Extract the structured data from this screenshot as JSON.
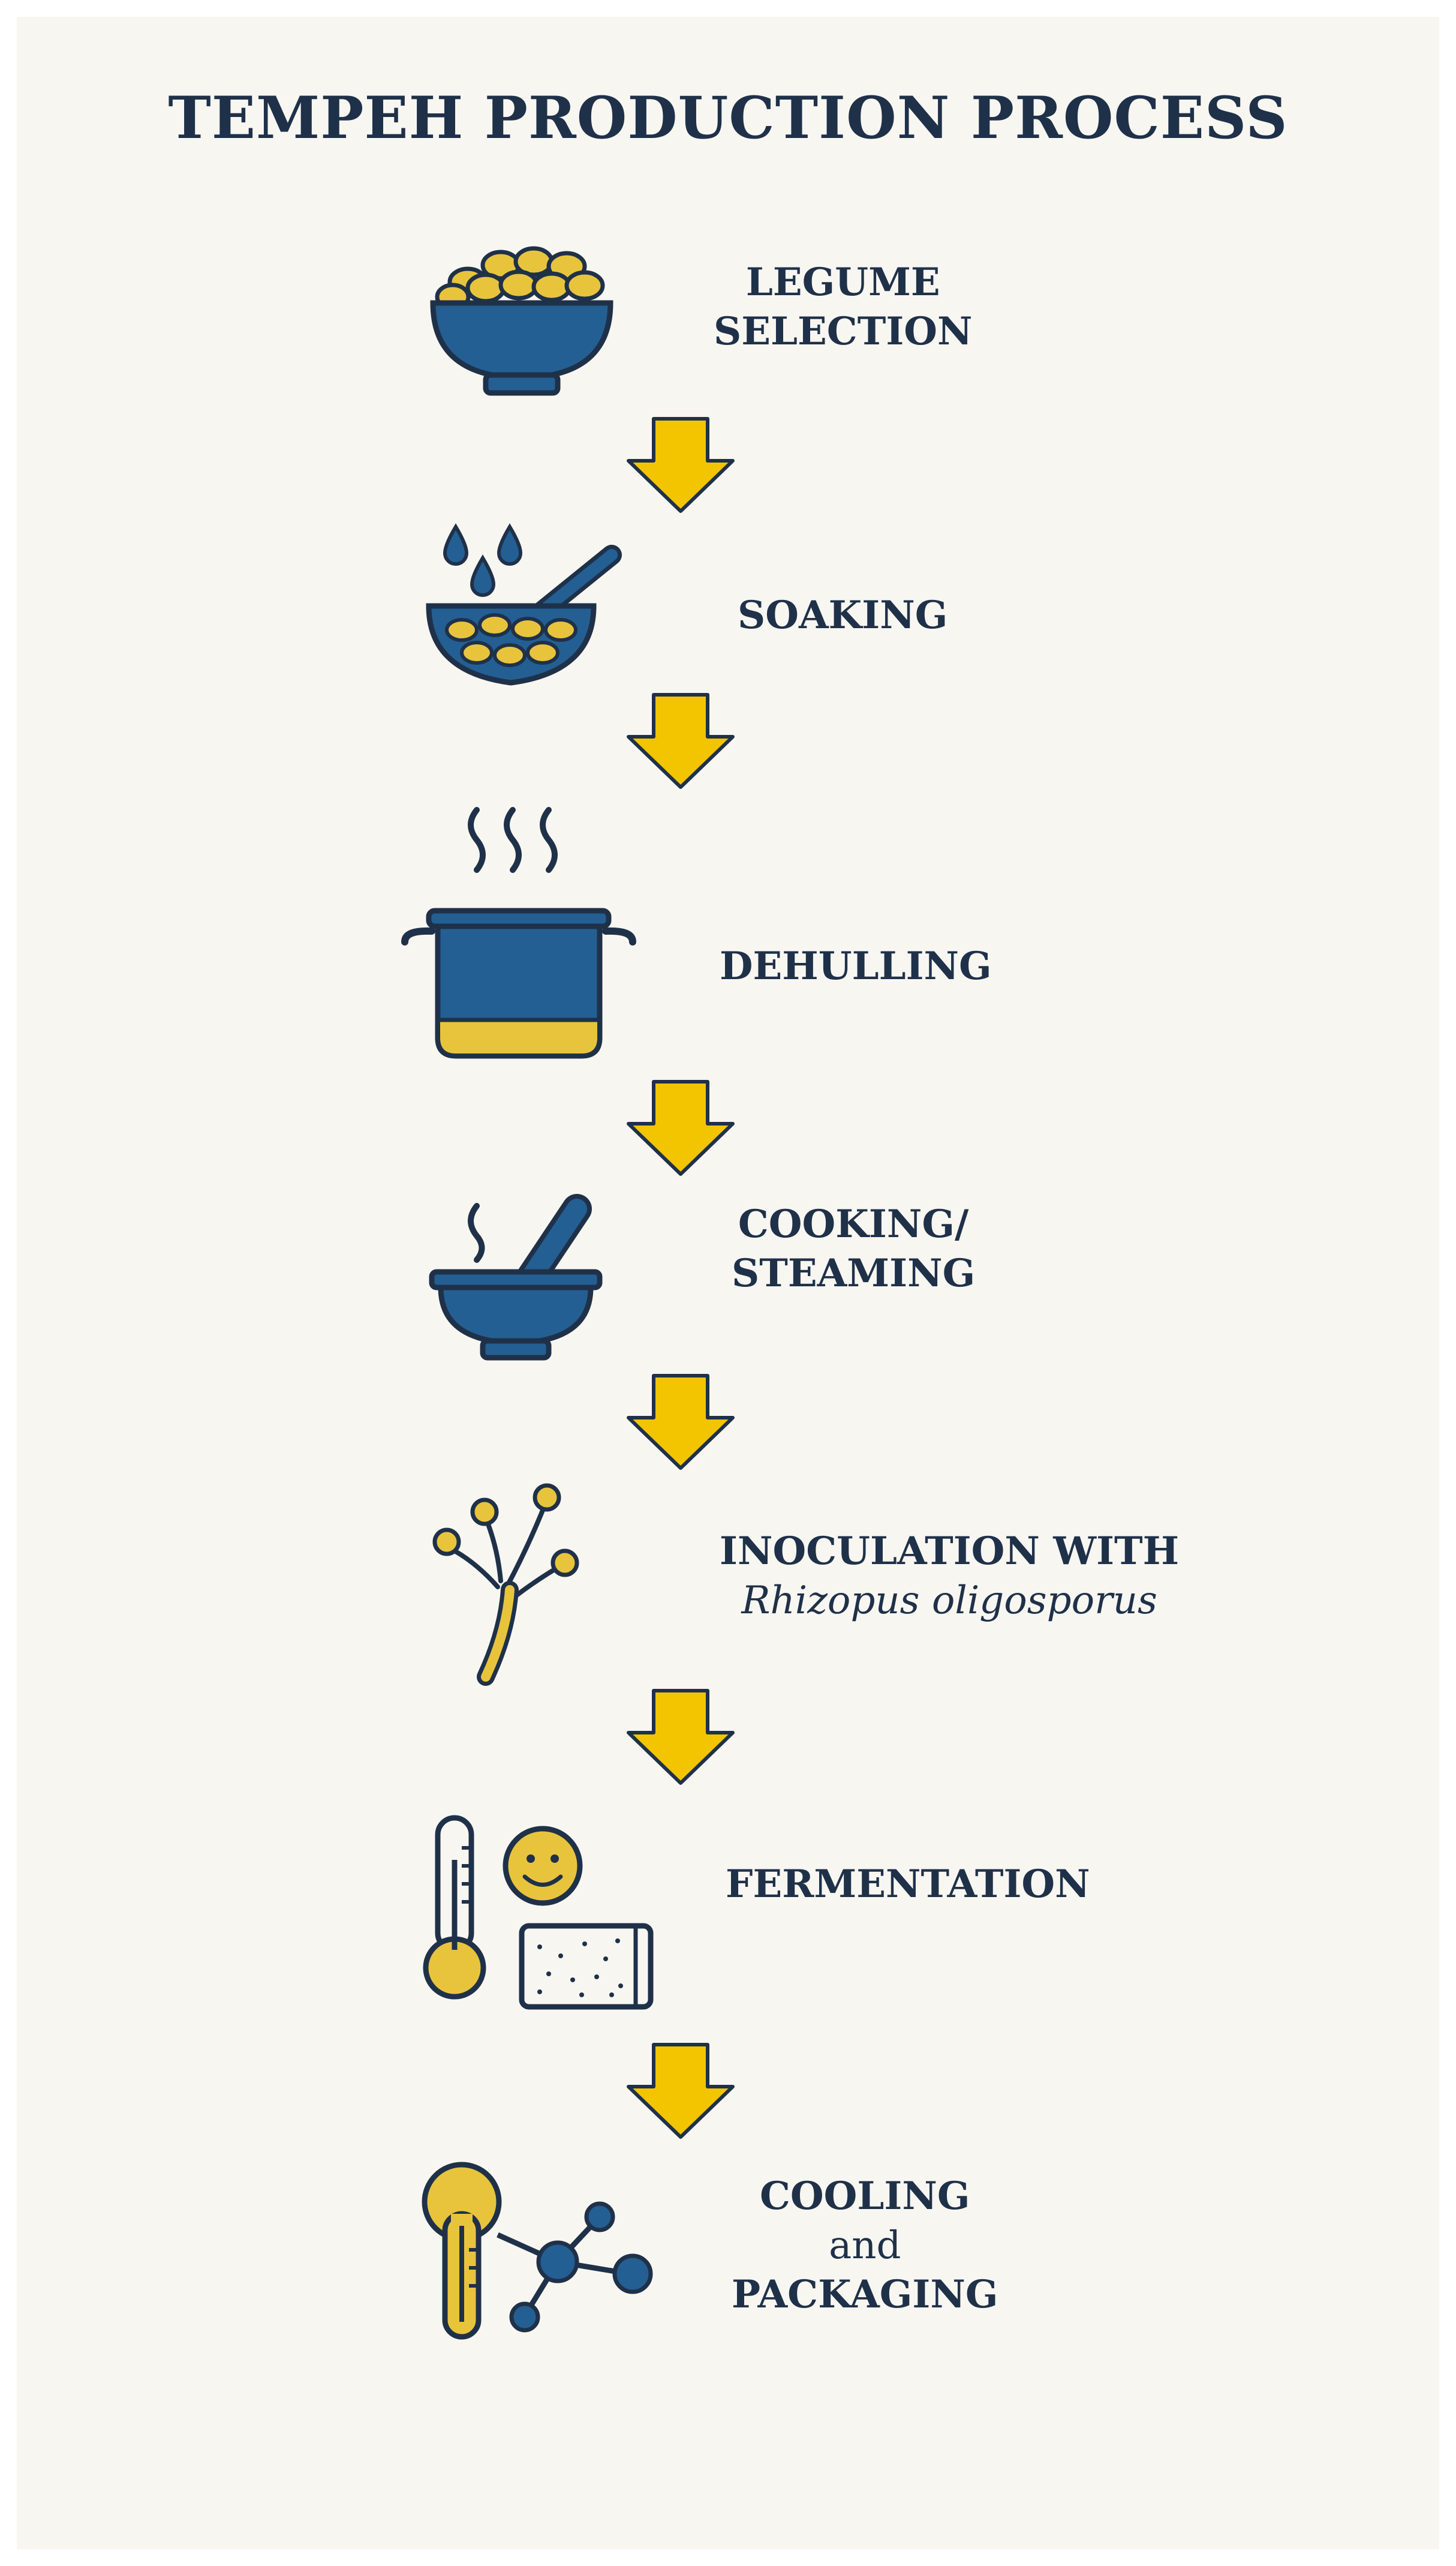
{
  "title": "TEMPEH PRODUCTION PROCESS",
  "colors": {
    "background": "#f8f6f1",
    "navy": "#1f3149",
    "blue": "#245f93",
    "yellow": "#e8c43d",
    "arrow": "#f2c500"
  },
  "steps": [
    {
      "icon": "bowl-of-legumes-icon",
      "lines": [
        "LEGUME",
        "SELECTION"
      ]
    },
    {
      "icon": "soaking-bowl-icon",
      "lines": [
        "SOAKING"
      ]
    },
    {
      "icon": "cooking-pot-icon",
      "lines": [
        "DEHULLING"
      ]
    },
    {
      "icon": "mortar-pestle-icon",
      "lines": [
        "COOKING/",
        "STEAMING"
      ]
    },
    {
      "icon": "fungus-branch-icon",
      "lines": [
        "INOCULATION WITH"
      ],
      "italic": "Rhizopus oligosporus"
    },
    {
      "icon": "thermometer-smiley-tempeh-icon",
      "lines": [
        "FERMENTATION"
      ]
    },
    {
      "icon": "thermometer-molecule-icon",
      "lines": [
        "COOLING",
        "and",
        "PACKAGING"
      ]
    }
  ]
}
